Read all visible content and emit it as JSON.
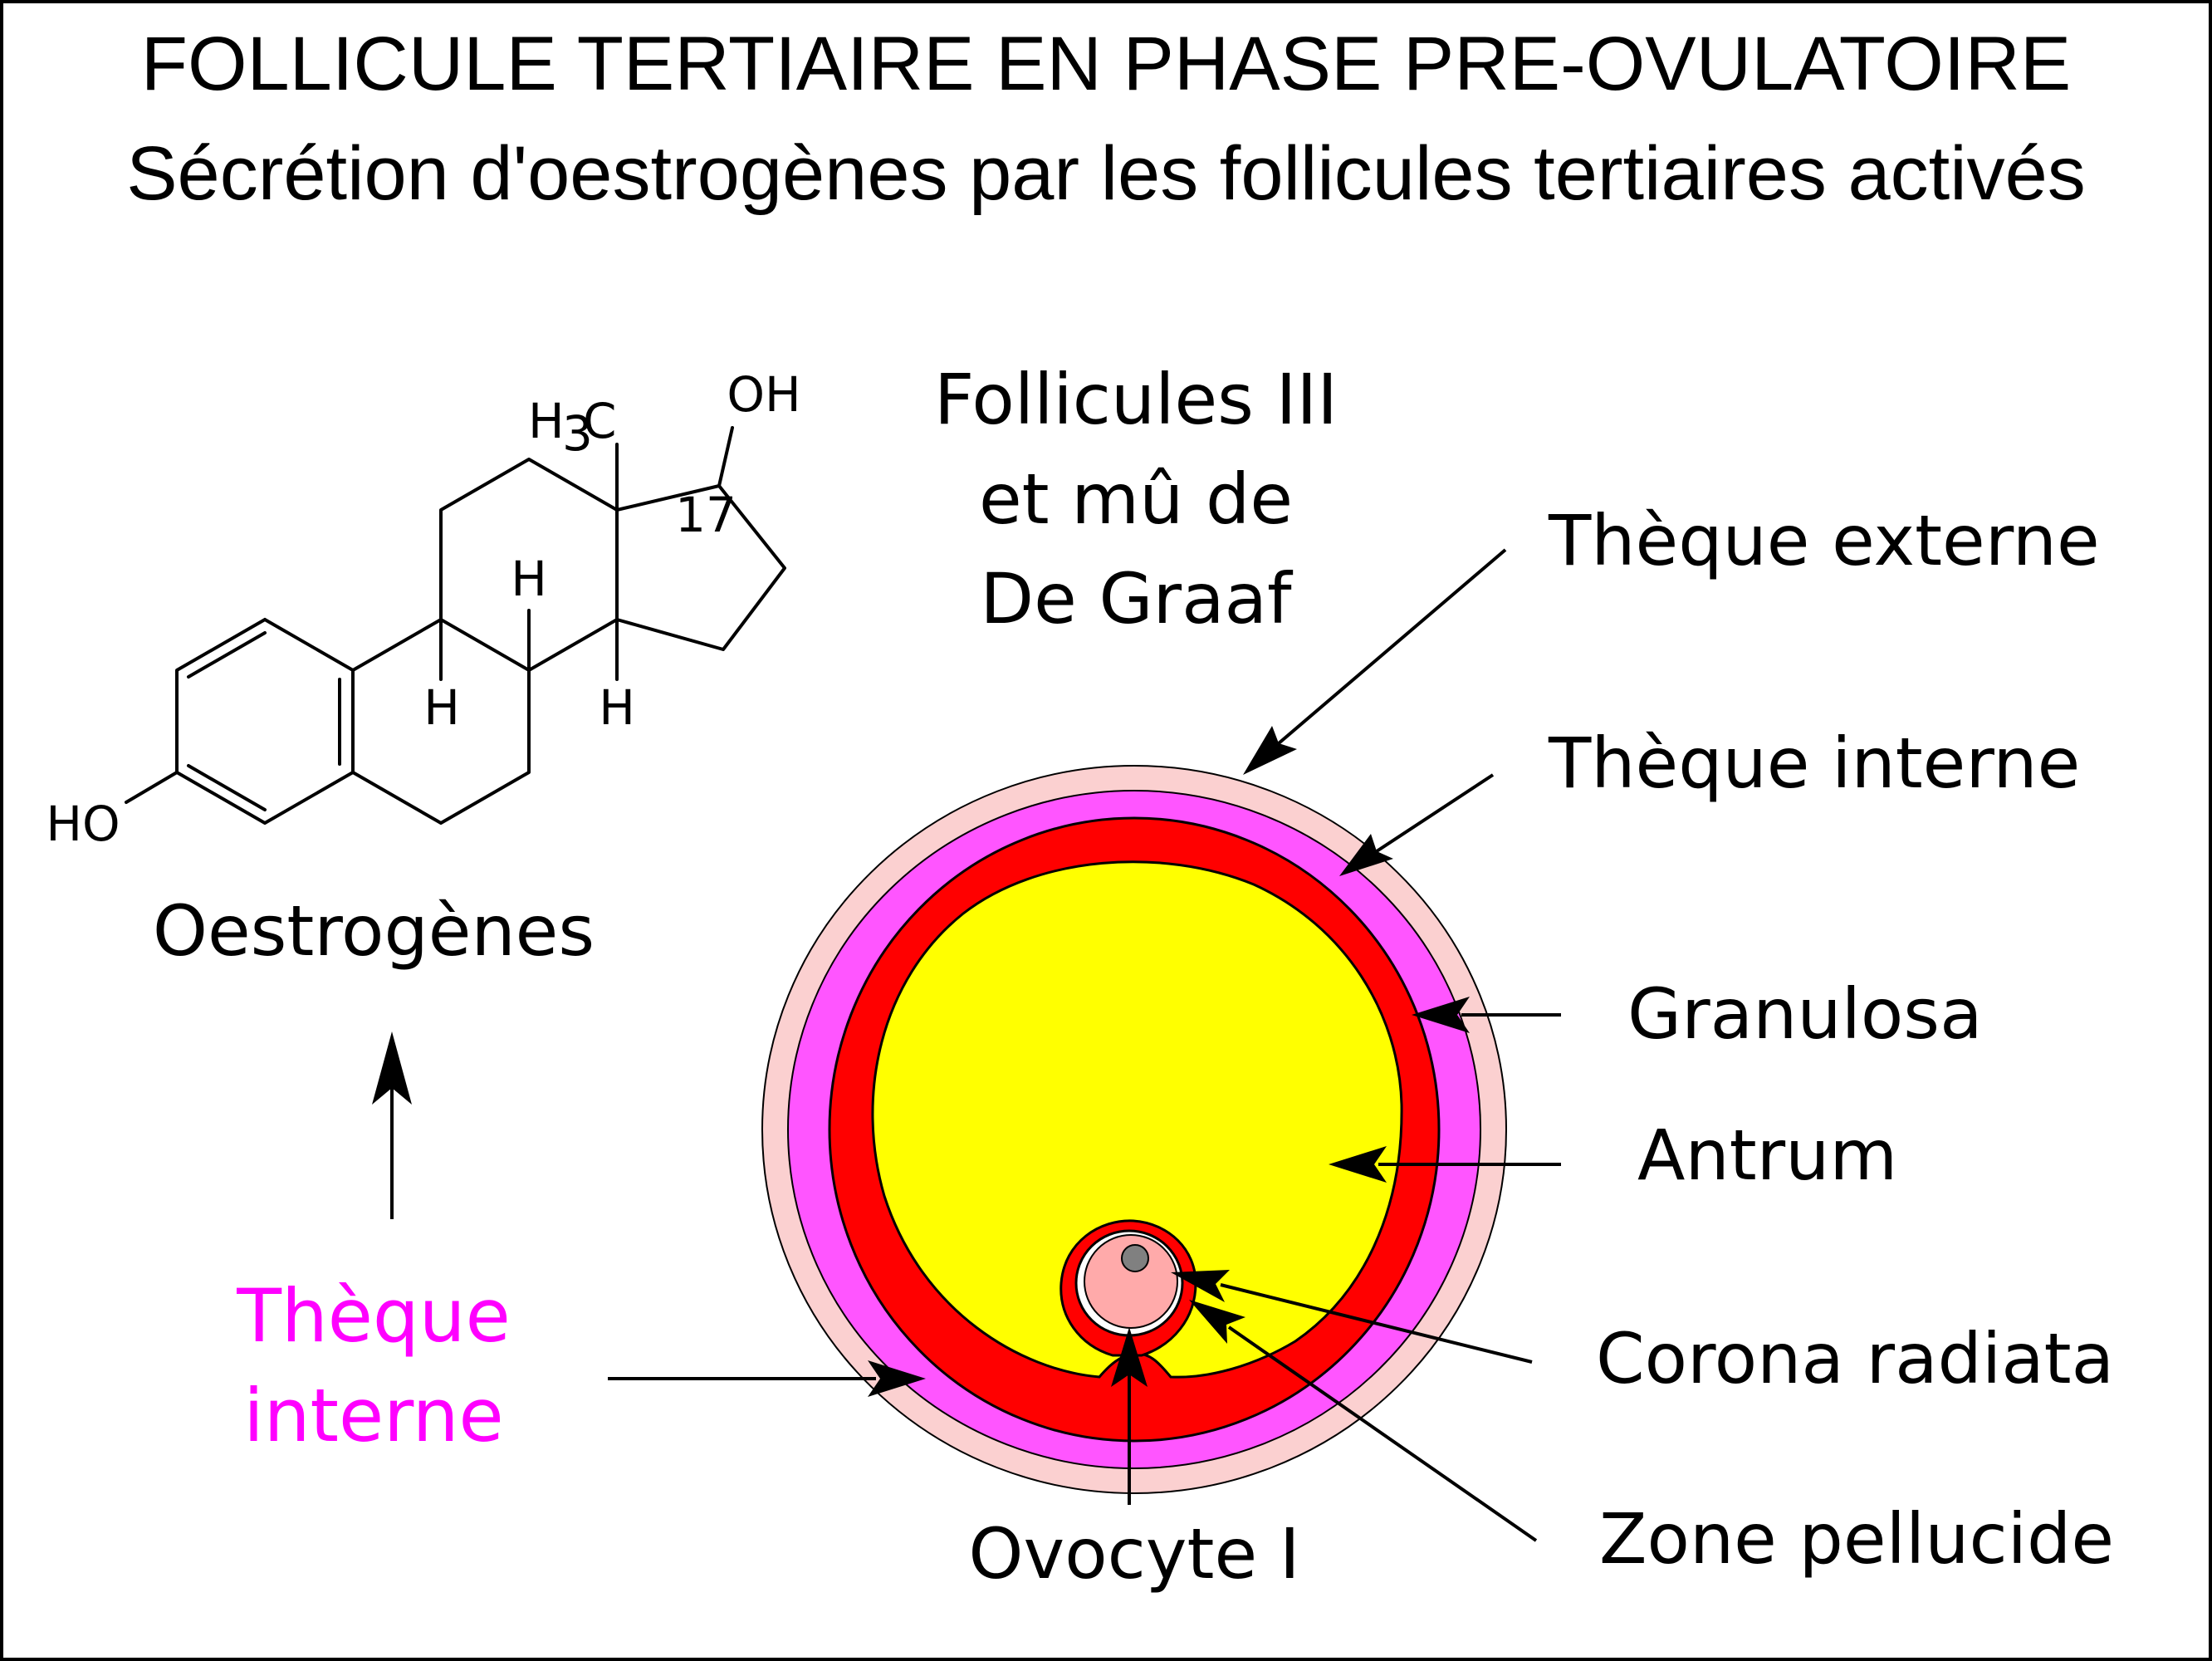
{
  "header": {
    "title": "FOLLICULE TERTIAIRE EN PHASE PRE-OVULATOIRE",
    "subtitle": "Sécrétion d'oestrogènes par les follicules tertiaires activés"
  },
  "molecule": {
    "name": "Oestrogènes",
    "atoms": {
      "oh_top": "OH",
      "ho_left": "HO",
      "methyl_h": "H",
      "methyl_sub": "3",
      "methyl_c": "C",
      "h1": "H",
      "h2": "H",
      "h3": "H",
      "position_17": "17"
    }
  },
  "follicle_caption": [
    "Follicules III",
    "et mû de",
    "De Graaf"
  ],
  "source_label": [
    "Thèque",
    "interne"
  ],
  "labels": {
    "theque_externe": "Thèque externe",
    "theque_interne": "Thèque interne",
    "granulosa": "Granulosa",
    "antrum": "Antrum",
    "corona_radiata": "Corona radiata",
    "zone_pellucide": "Zone pellucide",
    "ovocyte": "Ovocyte I"
  },
  "colors": {
    "theque_externe": "#fbd0d0",
    "theque_interne": "#ff55ff",
    "granulosa": "#ff0000",
    "antrum": "#ffff00",
    "ovocyte": "#ffaaaa",
    "zone_pellucide": "#ffffff",
    "nucleus": "#808080",
    "accent_magenta": "#ff00ff"
  }
}
